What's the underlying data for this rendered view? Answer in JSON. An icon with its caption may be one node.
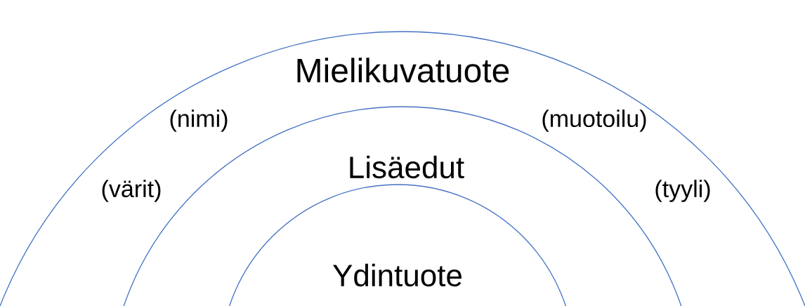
{
  "diagram": {
    "nodes": [
      {
        "text": [
          "Mielikuvatuote",
          "(nimi)",
          "(muotoilu)",
          "(värit)",
          "(tyyli)"
        ]
      },
      {
        "text": [
          "Lisäedut"
        ],
        "in": 0
      },
      {
        "text": [
          "Ydintuote"
        ],
        "in": 1
      }
    ]
  }
}
